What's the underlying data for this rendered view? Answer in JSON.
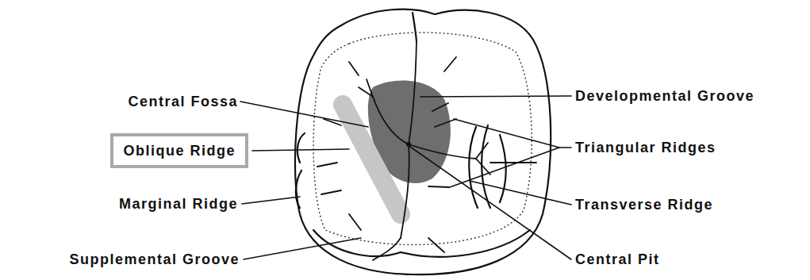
{
  "diagram": {
    "nodes": [
      {
        "text": [
          "Oblique Ridge"
        ]
      }
    ],
    "labels": [
      "Central Fossa",
      "Marginal Ridge",
      "Supplemental Groove",
      "Developmental Groove",
      "Triangular Ridges",
      "Transverse Ridge",
      "Central Pit"
    ]
  }
}
